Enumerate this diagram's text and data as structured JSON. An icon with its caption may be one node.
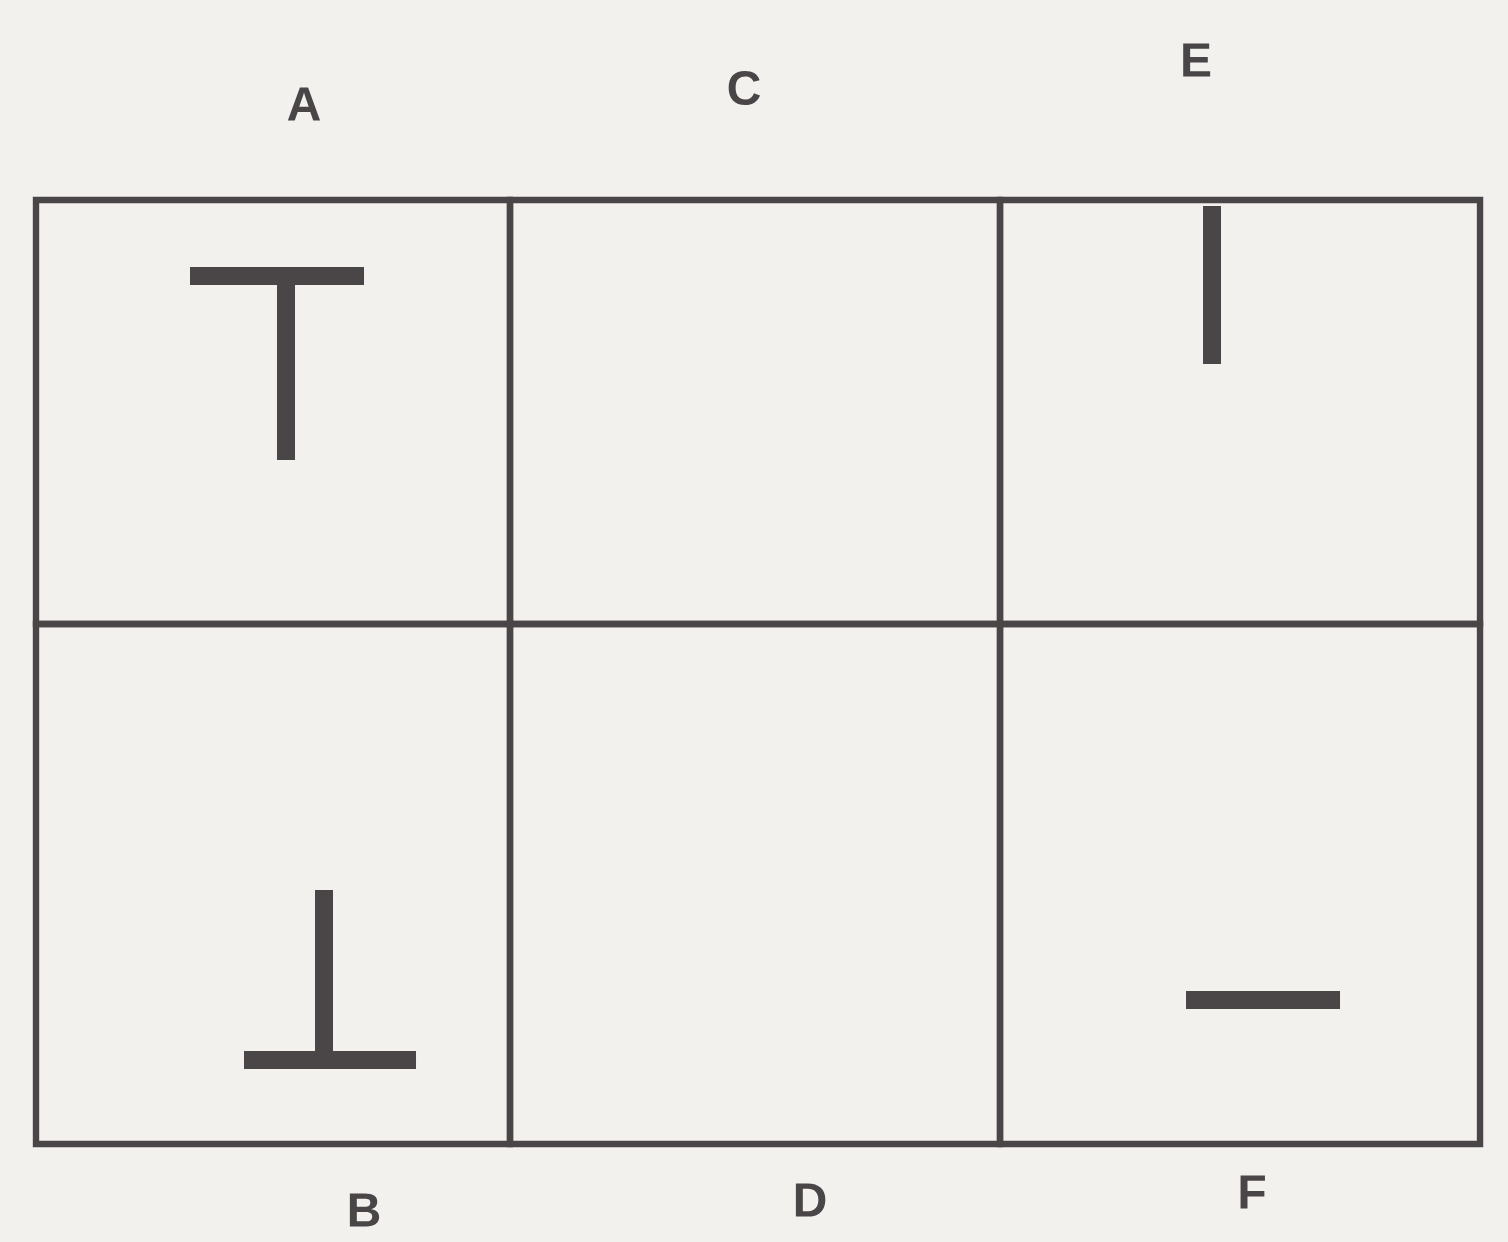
{
  "diagram": {
    "nodes": [
      {
        "text": [
          "A"
        ]
      },
      {
        "text": [
          "C"
        ]
      },
      {
        "text": [
          "E"
        ]
      },
      {
        "text": [
          "B"
        ]
      },
      {
        "text": [
          "D"
        ]
      },
      {
        "text": [
          "F"
        ]
      }
    ],
    "edges": []
  }
}
